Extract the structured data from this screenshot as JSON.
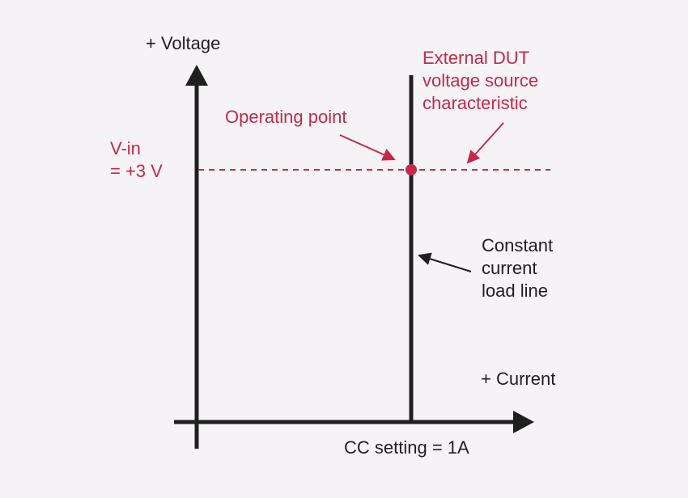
{
  "colors": {
    "background": "#f5f3f5",
    "axis": "#1f1f1f",
    "accent": "#c4294a"
  },
  "labels": {
    "y_axis": "+ Voltage",
    "x_axis": "+ Current",
    "vin_line1": "V-in",
    "vin_line2": "= +3 V",
    "operating_point": "Operating point",
    "dut_line1": "External DUT",
    "dut_line2": "voltage source",
    "dut_line3": "characteristic",
    "cc_line1": "Constant",
    "cc_line2": "current",
    "cc_line3": "load line",
    "cc_setting": "CC setting = 1A"
  }
}
